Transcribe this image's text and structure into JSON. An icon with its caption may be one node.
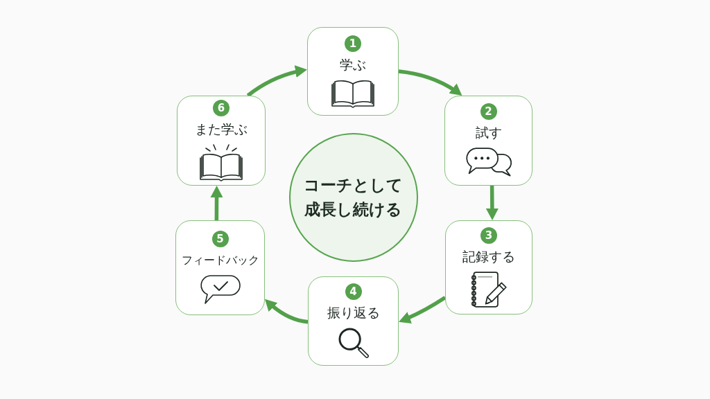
{
  "diagram": {
    "nodes": [
      {
        "text": [
          "1",
          "学ぶ"
        ]
      },
      {
        "text": [
          "2",
          "試す"
        ]
      },
      {
        "text": [
          "3",
          "記録する"
        ]
      },
      {
        "text": [
          "4",
          "振り返る"
        ]
      },
      {
        "text": [
          "5",
          "フィードバック"
        ]
      },
      {
        "text": [
          "6",
          "また学ぶ"
        ]
      },
      {
        "text": [
          "コーチとして成長し続ける"
        ]
      }
    ],
    "edges": [
      {
        "from": 0,
        "to": 1,
        "arrow": "to"
      },
      {
        "from": 1,
        "to": 2,
        "arrow": "to"
      },
      {
        "from": 2,
        "to": 3,
        "arrow": "to"
      },
      {
        "from": 3,
        "to": 4,
        "arrow": "to"
      },
      {
        "from": 4,
        "to": 5,
        "arrow": "to"
      },
      {
        "from": 5,
        "to": 0,
        "arrow": "to"
      }
    ]
  }
}
